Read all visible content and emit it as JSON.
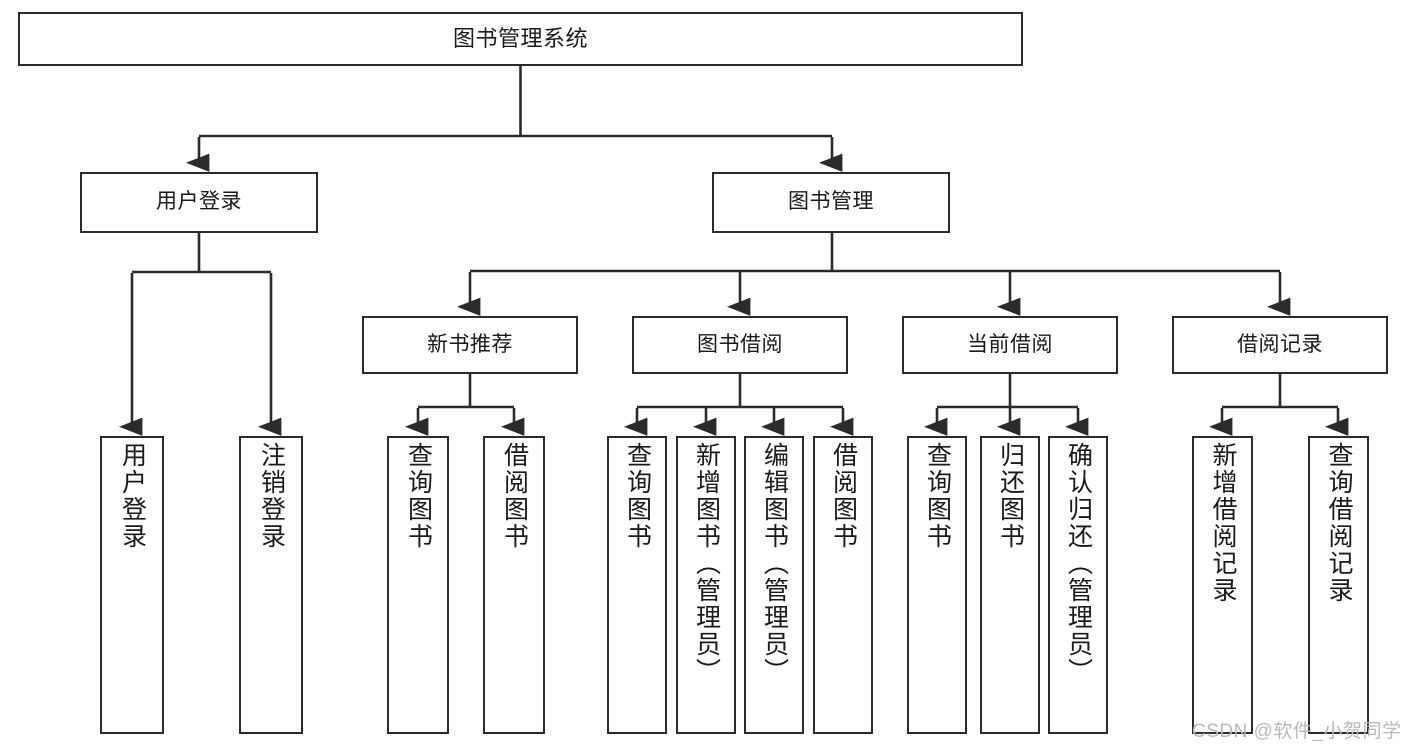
{
  "diagram": {
    "title": "图书管理系统",
    "type": "hierarchy-tree",
    "watermark": "CSDN @软件_小贺同学",
    "colors": {
      "box_border": "#2b2b2b",
      "box_fill": "#ffffff",
      "edge": "#2b2b2b",
      "text": "#1a1a1a",
      "watermark": "#b9b9b9",
      "background": "#ffffff"
    },
    "nodes": {
      "root": {
        "label": "图书管理系统"
      },
      "level2": [
        {
          "id": "user-login",
          "label": "用户登录"
        },
        {
          "id": "book-manage",
          "label": "图书管理"
        }
      ],
      "level3": [
        {
          "id": "new-book-rec",
          "label": "新书推荐"
        },
        {
          "id": "book-borrow",
          "label": "图书借阅"
        },
        {
          "id": "current-borrow",
          "label": "当前借阅"
        },
        {
          "id": "borrow-record",
          "label": "借阅记录"
        }
      ],
      "leaves": [
        {
          "id": "leaf-user-login",
          "label": "用户登录",
          "parent": "user-login"
        },
        {
          "id": "leaf-logout",
          "label": "注销登录",
          "parent": "user-login"
        },
        {
          "id": "leaf-query-book-1",
          "label": "查询图书",
          "parent": "new-book-rec"
        },
        {
          "id": "leaf-borrow-book-1",
          "label": "借阅图书",
          "parent": "new-book-rec"
        },
        {
          "id": "leaf-query-book-2",
          "label": "查询图书",
          "parent": "book-borrow"
        },
        {
          "id": "leaf-add-book",
          "label": "新增图书（管理员）",
          "parent": "book-borrow"
        },
        {
          "id": "leaf-edit-book",
          "label": "编辑图书（管理员）",
          "parent": "book-borrow"
        },
        {
          "id": "leaf-borrow-book-2",
          "label": "借阅图书",
          "parent": "book-borrow"
        },
        {
          "id": "leaf-query-book-3",
          "label": "查询图书",
          "parent": "current-borrow"
        },
        {
          "id": "leaf-return-book",
          "label": "归还图书",
          "parent": "current-borrow"
        },
        {
          "id": "leaf-confirm-return",
          "label": "确认归还（管理员）",
          "parent": "current-borrow"
        },
        {
          "id": "leaf-add-record",
          "label": "新增借阅记录",
          "parent": "borrow-record"
        },
        {
          "id": "leaf-query-record",
          "label": "查询借阅记录",
          "parent": "borrow-record"
        }
      ]
    }
  }
}
